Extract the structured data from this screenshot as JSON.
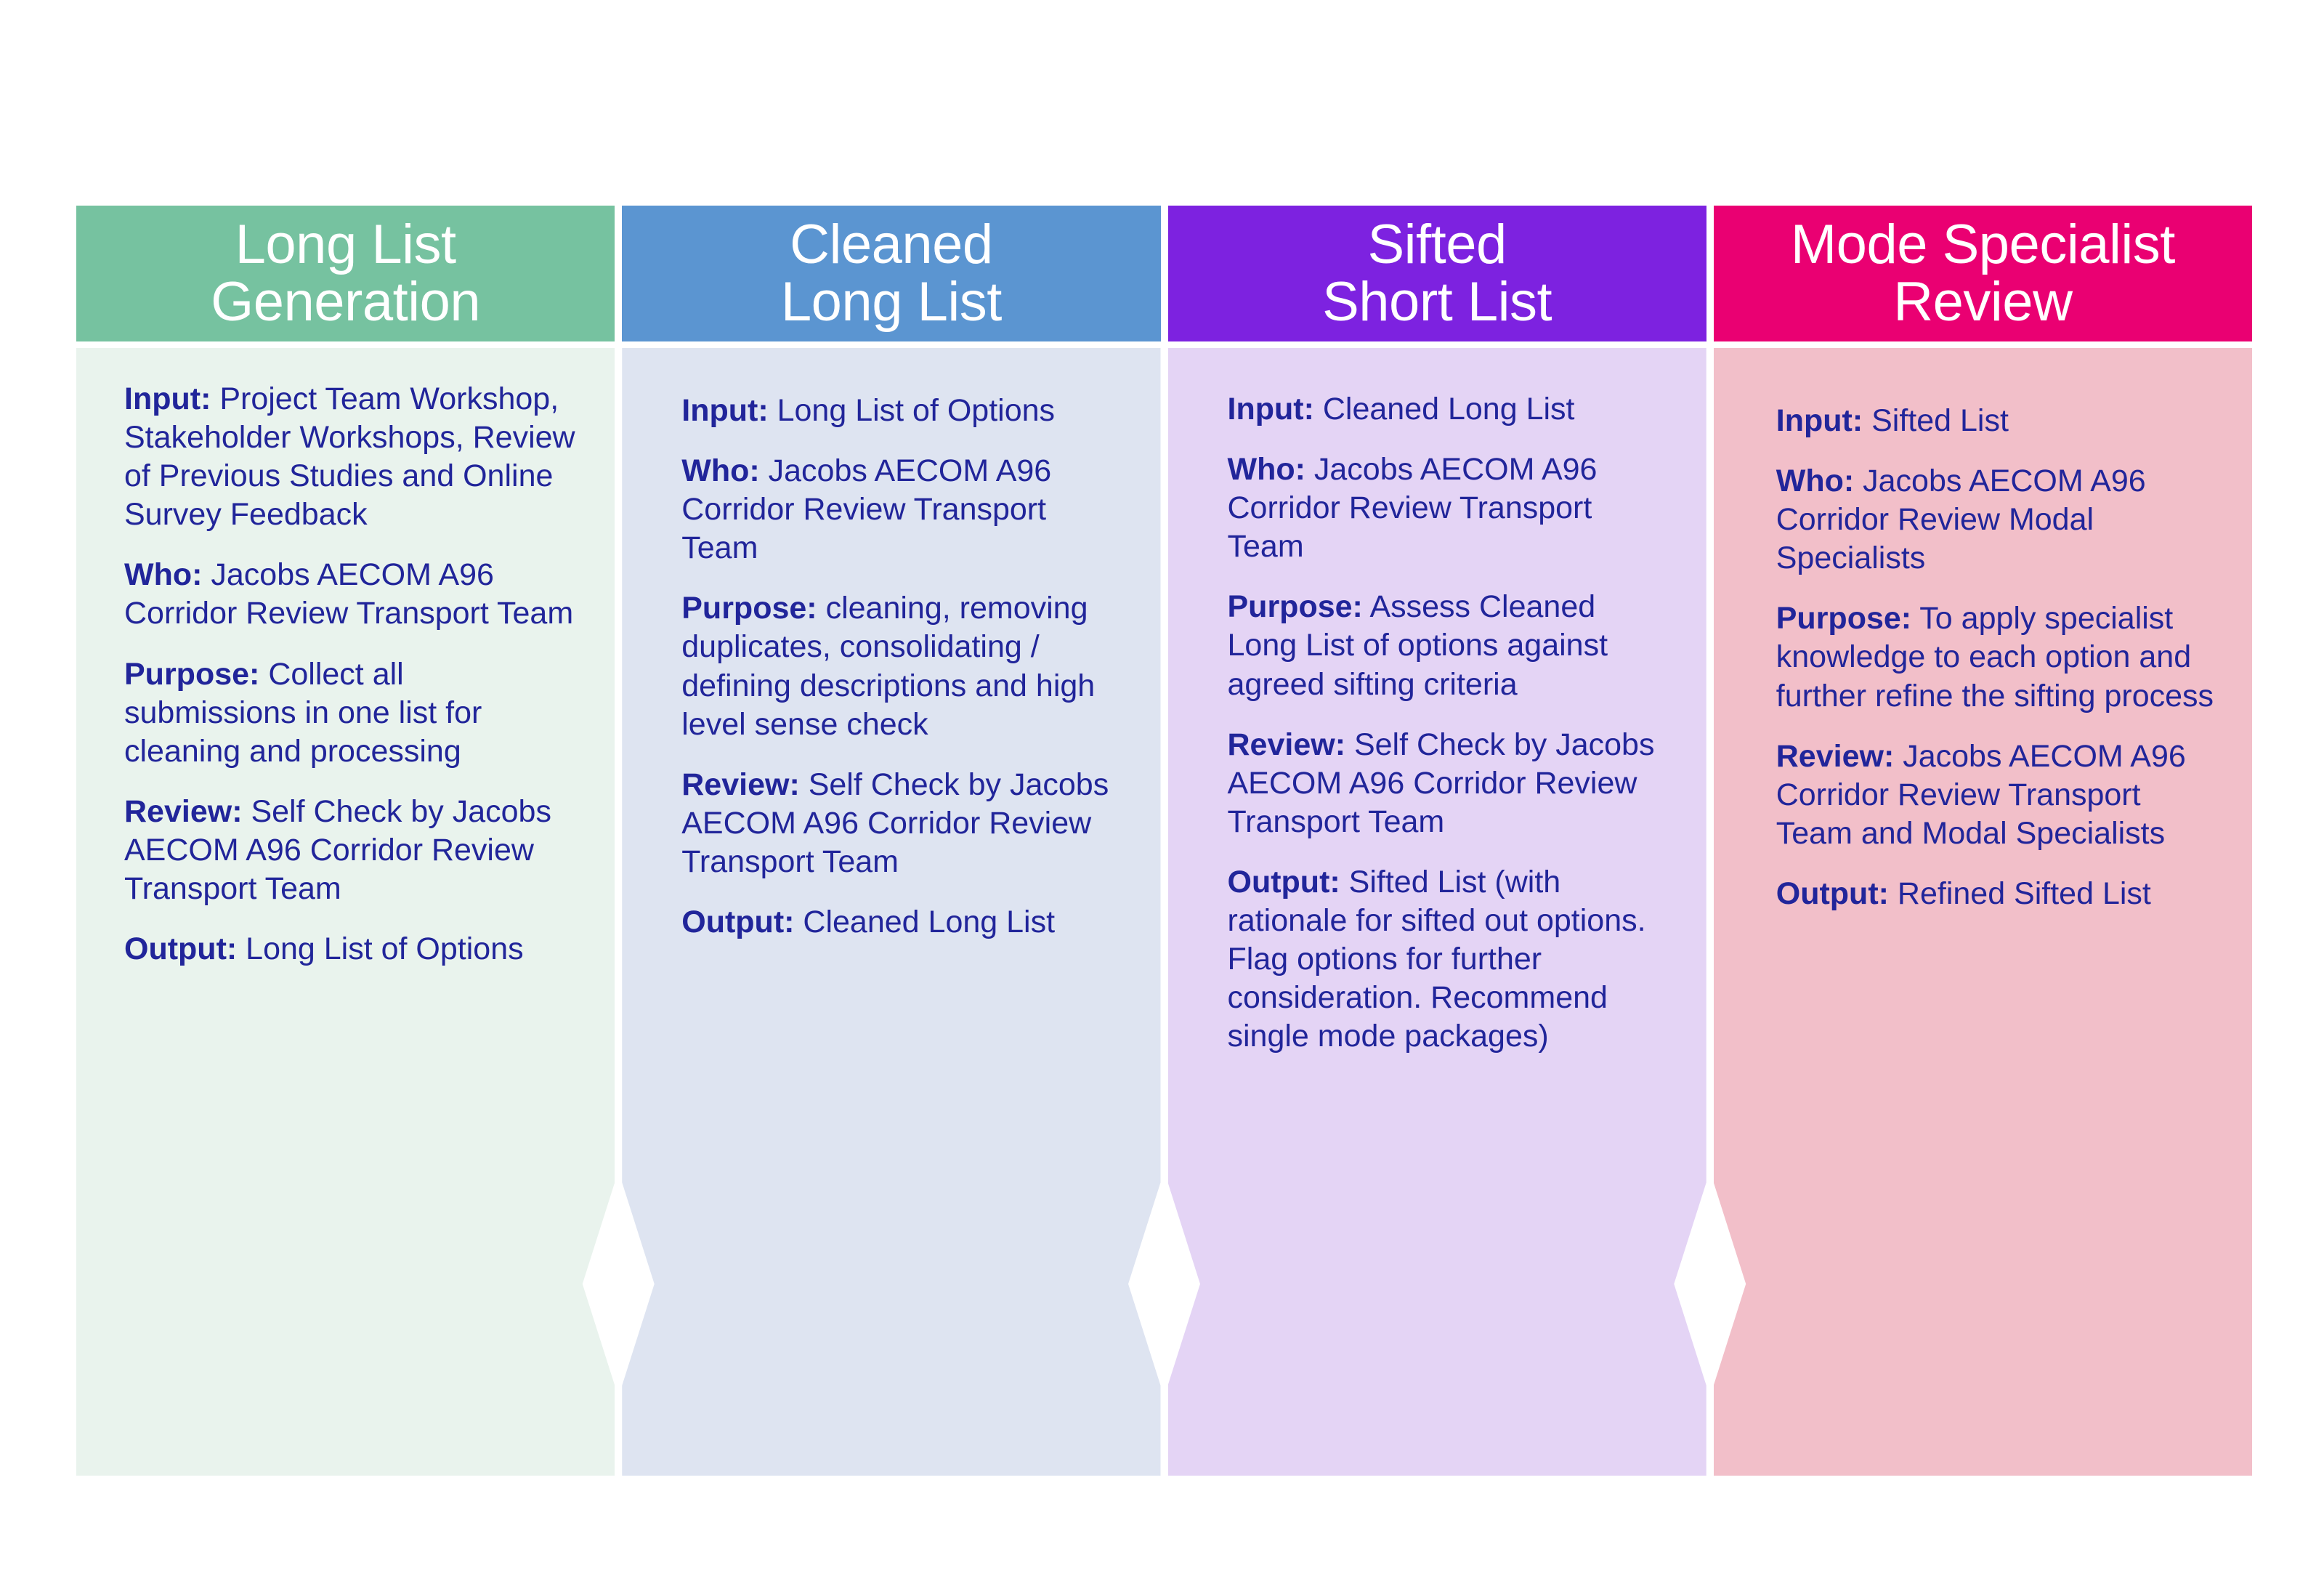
{
  "diagram": {
    "type": "chevron-process-flow",
    "stage_count": 4,
    "label_keys": [
      "Input:",
      "Who:",
      "Purpose:",
      "Review:",
      "Output:"
    ],
    "text_color": "#21259a",
    "stages": [
      {
        "title": "Long List\nGeneration",
        "header_color": "#76c2a0",
        "body_color": "#e9f3ed",
        "fields": [
          {
            "label": "Input:",
            "value": " Project Team Workshop, Stakeholder Workshops, Review of Previous Studies and Online Survey Feedback"
          },
          {
            "label": "Who:",
            "value": " Jacobs AECOM A96 Corridor Review Transport Team"
          },
          {
            "label": "Purpose:",
            "value": " Collect all submissions in one list for cleaning and processing"
          },
          {
            "label": "Review:",
            "value": " Self Check by Jacobs AECOM A96 Corridor Review Transport Team"
          },
          {
            "label": "Output:",
            "value": " Long List of Options"
          }
        ]
      },
      {
        "title": "Cleaned\nLong List",
        "header_color": "#5b95d1",
        "body_color": "#dee4f1",
        "fields": [
          {
            "label": "Input:",
            "value": " Long List of Options"
          },
          {
            "label": "Who:",
            "value": " Jacobs AECOM A96 Corridor Review Transport Team"
          },
          {
            "label": "Purpose:",
            "value": " cleaning, removing duplicates, consolidating / defining descriptions and high level sense check"
          },
          {
            "label": "Review:",
            "value": " Self Check by Jacobs AECOM A96 Corridor Review Transport Team"
          },
          {
            "label": "Output:",
            "value": " Cleaned Long List"
          }
        ]
      },
      {
        "title": "Sifted\nShort List",
        "header_color": "#7d22e0",
        "body_color": "#e4d4f5",
        "fields": [
          {
            "label": "Input:",
            "value": " Cleaned Long List"
          },
          {
            "label": "Who:",
            "value": " Jacobs AECOM A96 Corridor Review Transport Team"
          },
          {
            "label": "Purpose:",
            "value": " Assess Cleaned Long List of options against agreed sifting criteria"
          },
          {
            "label": "Review:",
            "value": " Self Check by Jacobs AECOM A96 Corridor Review Transport Team"
          },
          {
            "label": "Output:",
            "value": " Sifted List (with rationale for sifted out options. Flag options for further consideration. Recommend single mode packages)"
          }
        ]
      },
      {
        "title": "Mode Specialist\nReview",
        "header_color": "#ea0072",
        "body_color": "#f2bfc9",
        "fields": [
          {
            "label": "Input:",
            "value": " Sifted List"
          },
          {
            "label": "Who:",
            "value": " Jacobs AECOM A96 Corridor Review Modal Specialists"
          },
          {
            "label": "Purpose:",
            "value": " To apply specialist knowledge to each option and further refine the sifting process"
          },
          {
            "label": "Review:",
            "value": " Jacobs AECOM A96 Corridor Review Transport Team and Modal Specialists"
          },
          {
            "label": "Output:",
            "value": " Refined Sifted List"
          }
        ]
      }
    ]
  }
}
